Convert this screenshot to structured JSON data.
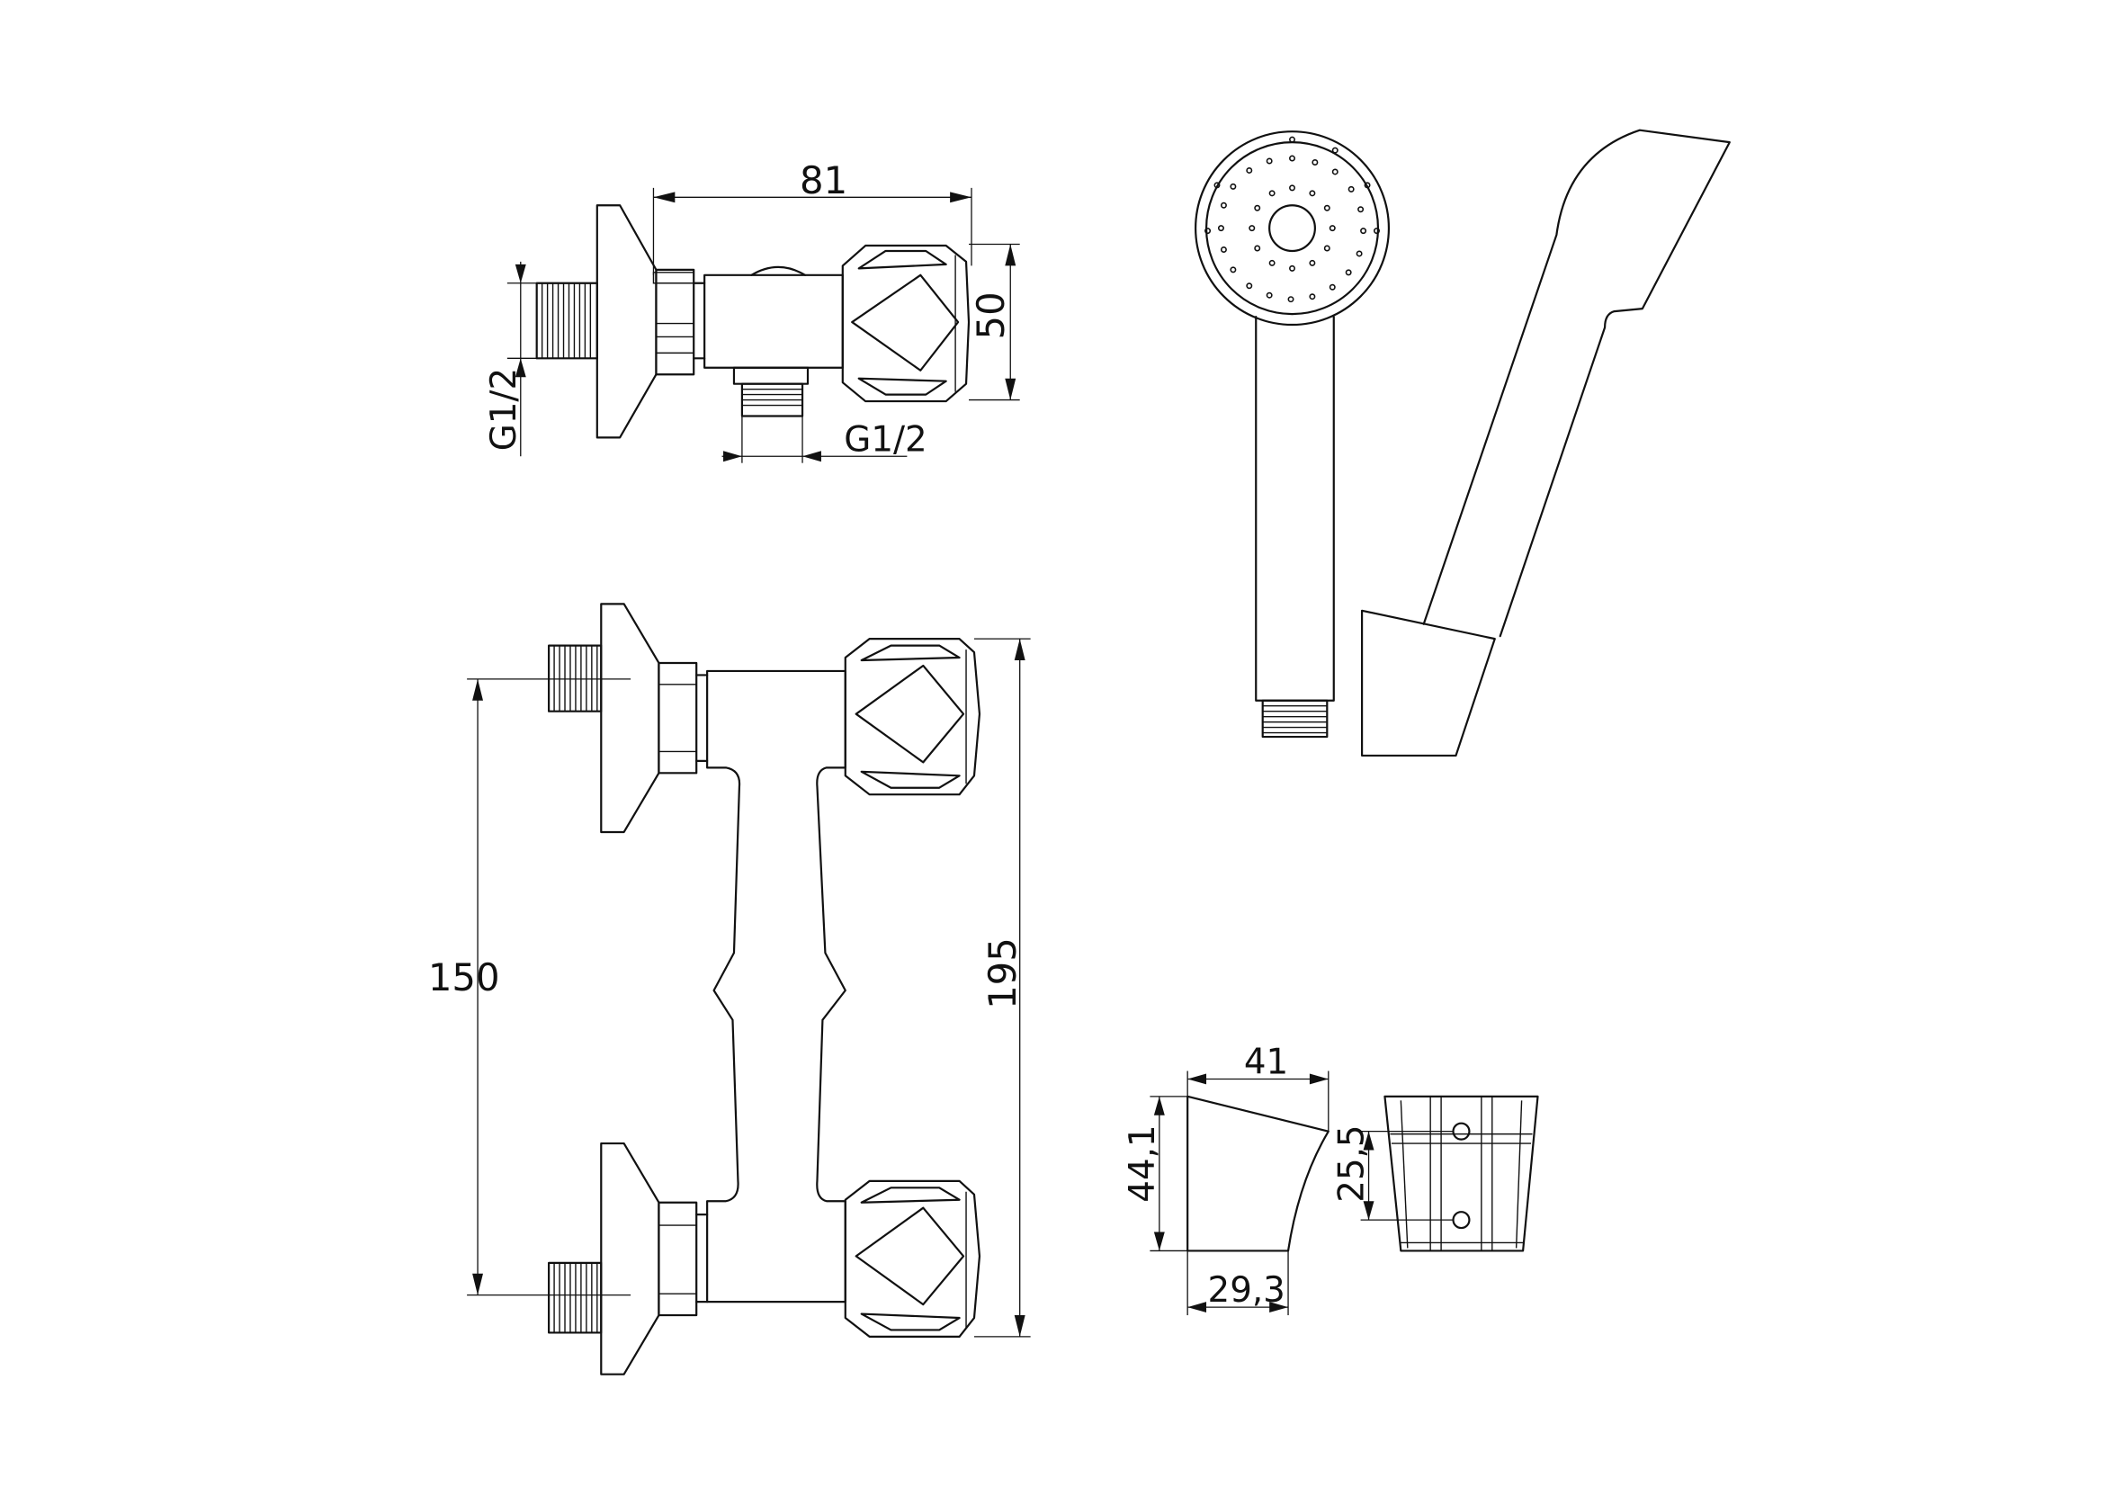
{
  "dimensions": {
    "top_width": "81",
    "top_height": "50",
    "thread_inlet": "G1/2",
    "thread_outlet": "G1/2",
    "front_centers": "150",
    "front_height": "195",
    "holder_width": "41",
    "holder_height": "44,1",
    "holder_base": "29,3",
    "holder_hole_pitch": "25,5"
  }
}
